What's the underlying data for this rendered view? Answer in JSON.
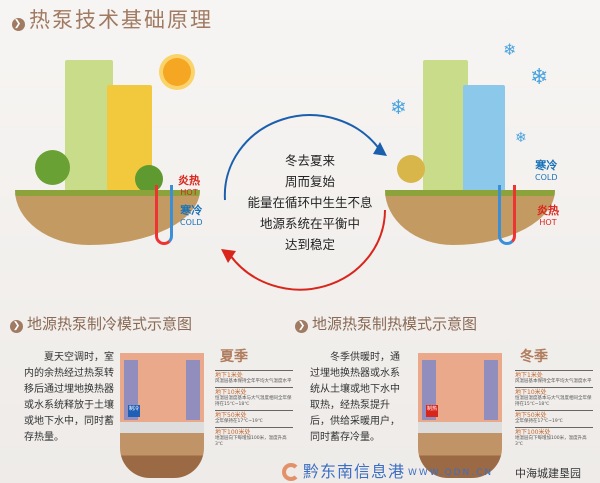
{
  "title": "热泵技术基础原理",
  "top": {
    "left_labels": {
      "hot": "炎热",
      "hot_en": "HOT",
      "cold": "寒冷",
      "cold_en": "COLD"
    },
    "right_labels": {
      "cold": "寒冷",
      "cold_en": "COLD",
      "hot": "炎热",
      "hot_en": "HOT"
    },
    "center_lines": [
      "冬去夏来",
      "周而复始",
      "能量在循环中生生不息",
      "地源系统在平衡中",
      "达到稳定"
    ]
  },
  "cooling": {
    "heading": "地源热泵制冷模式示意图",
    "text": "夏天空调时，室内的余热经过热泵转移后通过埋地换热器或水系统释放于土壤或地下水中，同时蓄存热量。",
    "season": "夏季",
    "unit_label": "制冷",
    "depths": [
      {
        "label": "地下1米处",
        "desc": "风温层基本保持全年平均大气温度水平"
      },
      {
        "label": "地下10米处",
        "desc": "恒温层温度基本与大气温度相同全年保持在15℃~18℃"
      },
      {
        "label": "地下50米处",
        "desc": "全年保持在17℃~19℃"
      },
      {
        "label": "地下100米处",
        "desc": "地温层向下每增加100米，温度升高3℃"
      }
    ]
  },
  "heating": {
    "heading": "地源热泵制热模式示意图",
    "text": "冬季供暖时，通过埋地换热器或水系统从土壤或地下水中取热，经热泵提升后，供给采暖用户，同时蓄存冷量。",
    "season": "冬季",
    "unit_label": "制热",
    "depths": [
      {
        "label": "地下1米处",
        "desc": "风温层基本保持全年平均大气温度水平"
      },
      {
        "label": "地下10米处",
        "desc": "恒温层温度基本与大气温度相同全年保持在15℃~18℃"
      },
      {
        "label": "地下50米处",
        "desc": "全年保持在17℃~19℃"
      },
      {
        "label": "地下100米处",
        "desc": "地温层向下每增加100米，温度升高3℃"
      }
    ]
  },
  "watermark": {
    "name": "黔东南信息港",
    "url": "WWW.QDN.CN",
    "account": "中海城建垦园"
  }
}
